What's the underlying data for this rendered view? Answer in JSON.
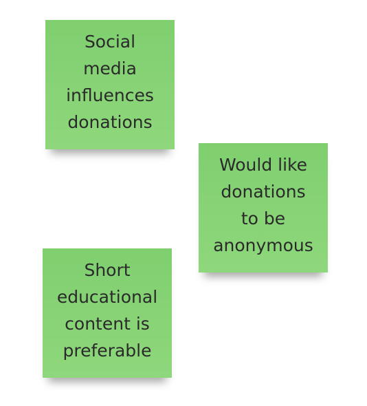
{
  "board": {
    "notes": [
      {
        "text": "Social\nmedia\ninfluences\ndonations",
        "color": "#86d275"
      },
      {
        "text": "Would like\ndonations\nto be\nanonymous",
        "color": "#86d275"
      },
      {
        "text": "Short\neducational\ncontent is\npreferable",
        "color": "#86d275"
      }
    ]
  }
}
